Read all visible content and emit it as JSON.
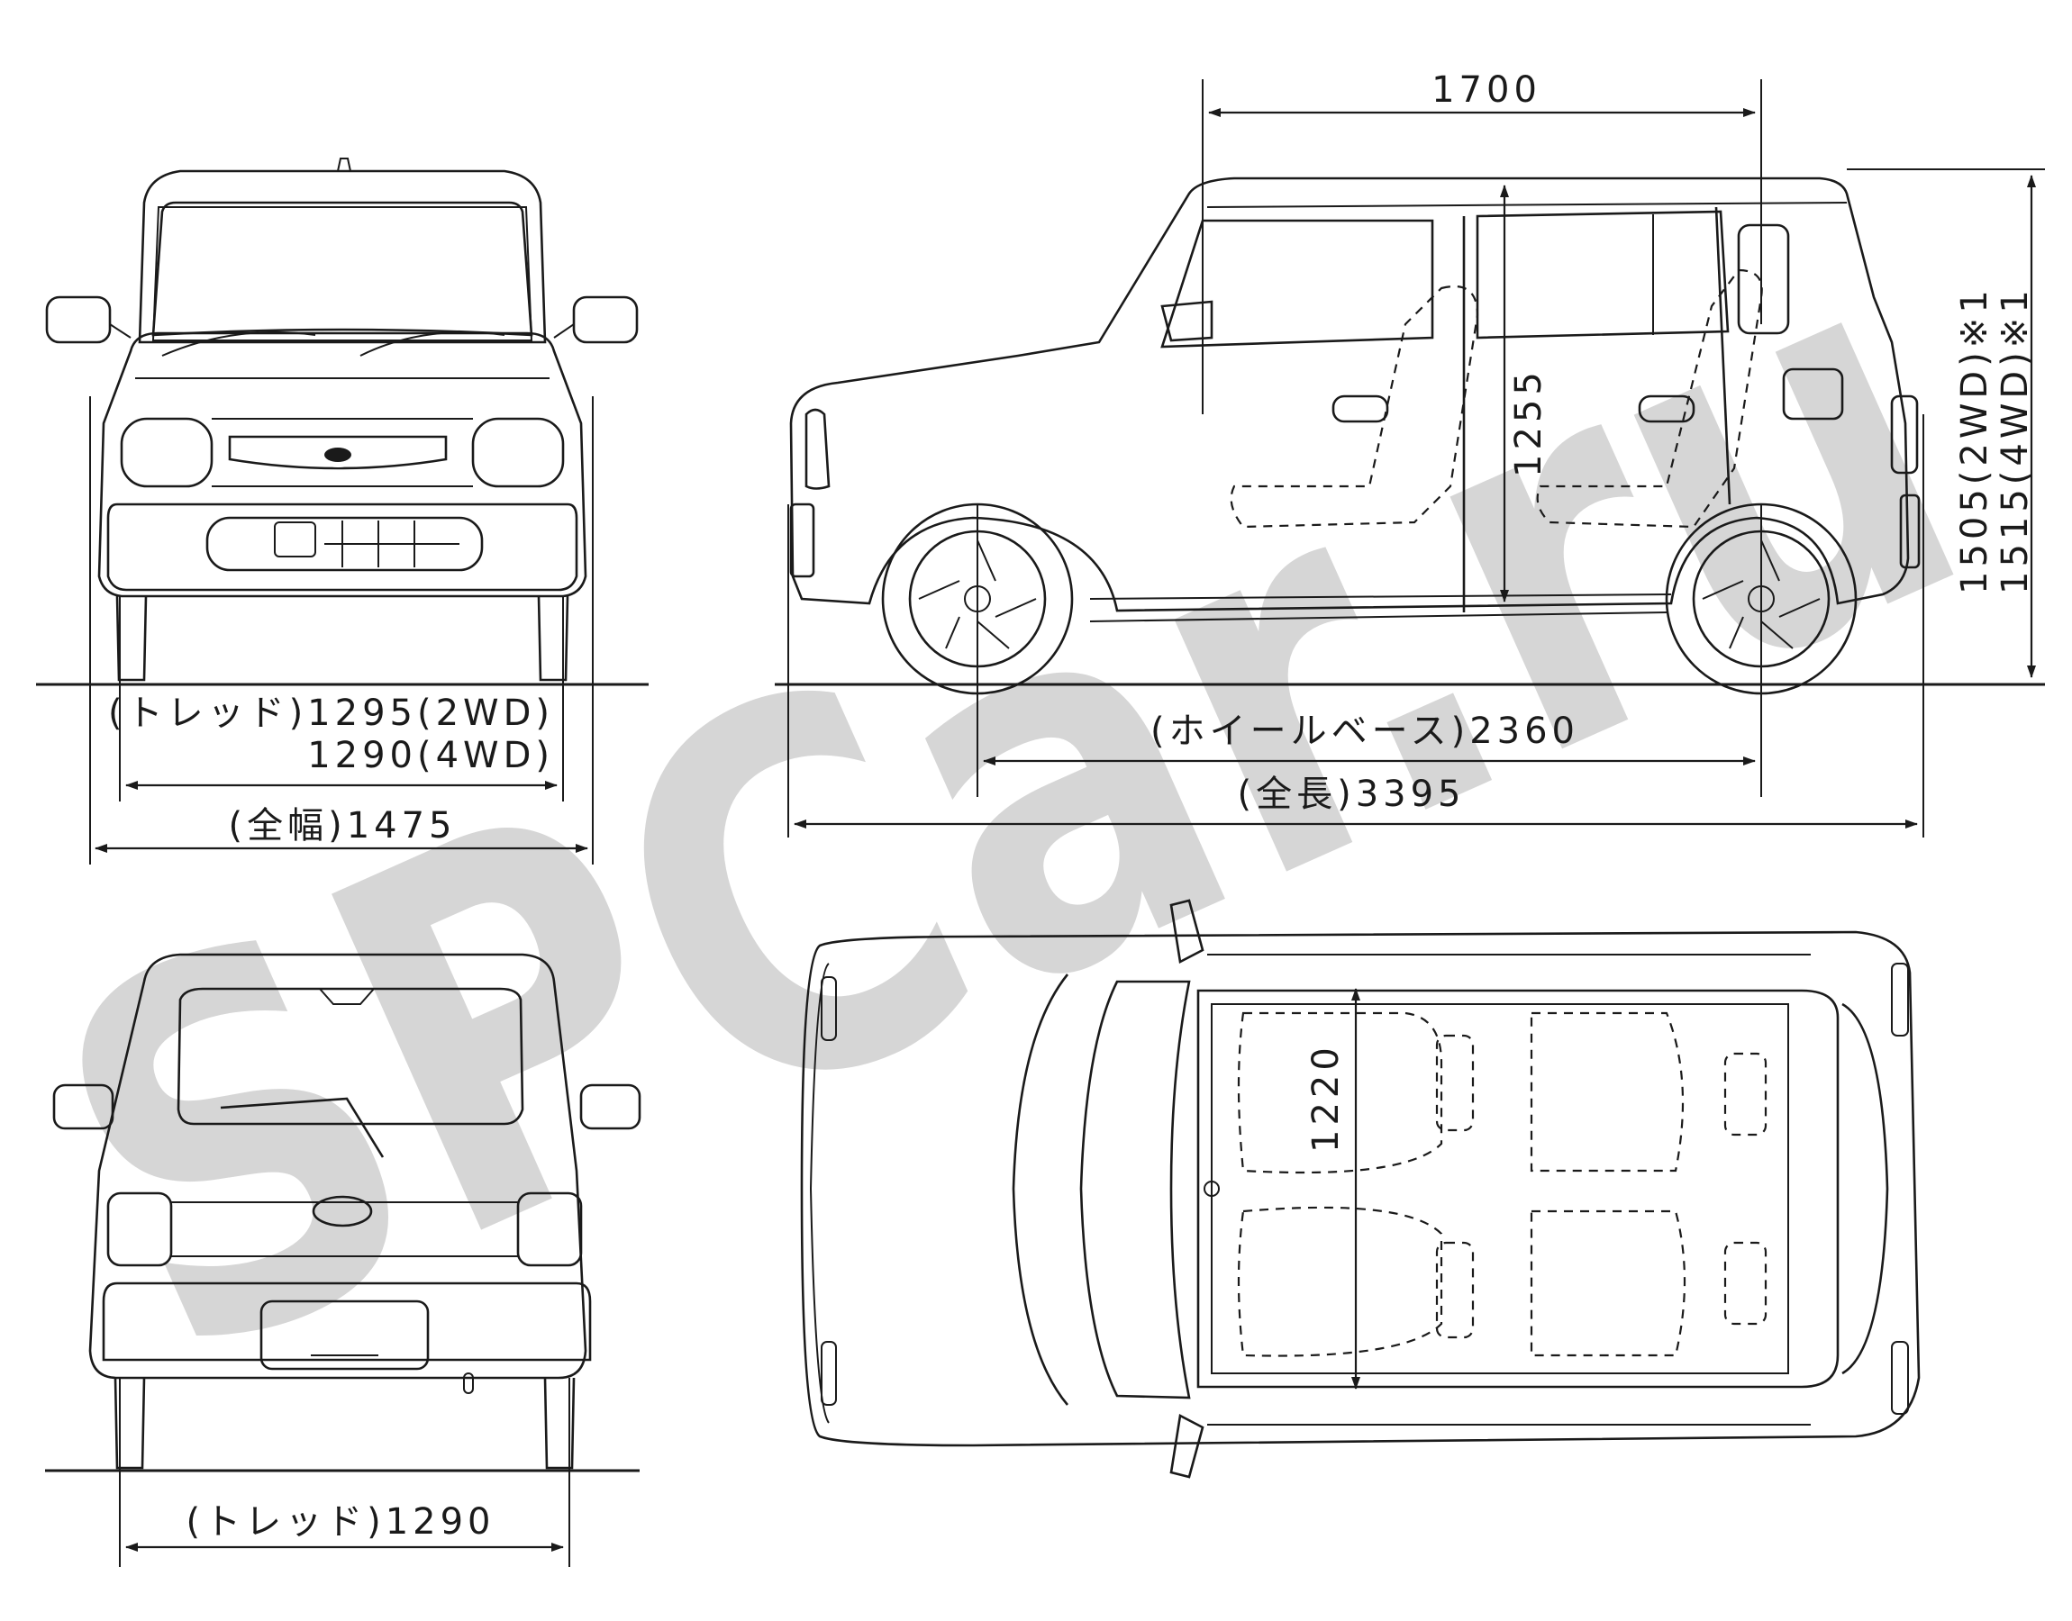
{
  "watermark": {
    "text": "SPCar.ru",
    "color": "#cfcfcf"
  },
  "front_view": {
    "tread_line1": "(トレッド)1295(2WD)",
    "tread_line2": "1290(4WD)",
    "width_label": "(全幅)1475"
  },
  "side_view": {
    "height_room": "1700",
    "interior_height": "1255",
    "wheelbase_label": "(ホイールベース)2360",
    "length_label": "(全長)3395",
    "height_2wd": "1505(2WD)※1",
    "height_4wd": "1515(4WD)※1"
  },
  "rear_view": {
    "tread_label": "(トレッド)1290"
  },
  "top_view": {
    "interior_width": "1220"
  },
  "colors": {
    "line": "#1a1a1a",
    "background": "#ffffff"
  }
}
